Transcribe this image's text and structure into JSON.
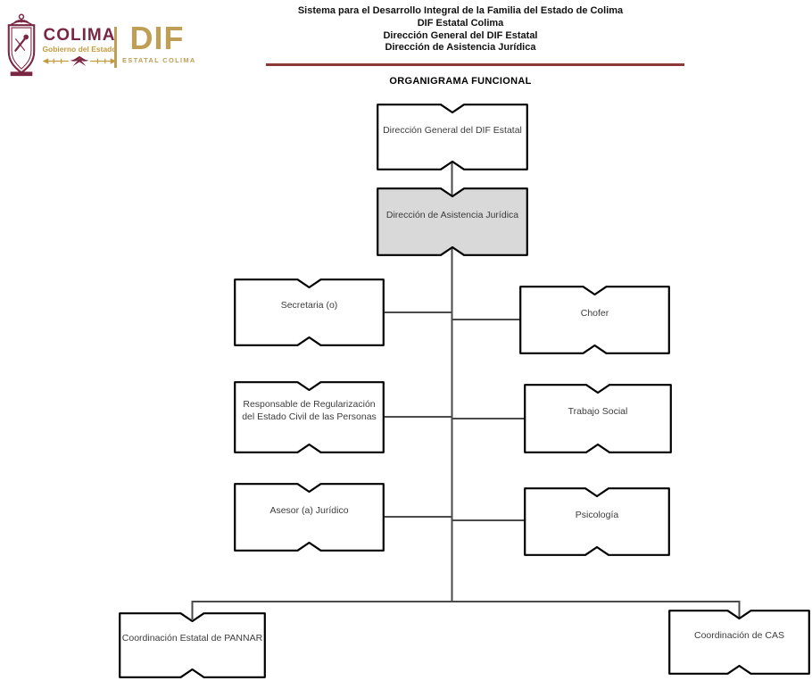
{
  "letterhead": {
    "colima_wordmark": "COLIMA",
    "colima_subtitle": "Gobierno del Estado",
    "dif_wordmark": "DIF",
    "dif_subtitle": "ESTATAL COLIMA"
  },
  "header": {
    "lines": [
      "Sistema para el Desarrollo Integral de la Familia del Estado de Colima",
      "DIF Estatal Colima",
      "Dirección General del DIF Estatal",
      "Dirección de Asistencia Jurídica"
    ],
    "section_title": "ORGANIGRAMA FUNCIONAL"
  },
  "colors": {
    "maroon": "#7a2744",
    "gold": "#bf9e56",
    "gold_text": "#c49a3f",
    "rule": "#8c3a38",
    "node_fill": "#ffffff",
    "node_highlight_fill": "#d9d9d9",
    "node_border": "#000000",
    "connector": "#4a4a4a"
  },
  "org_chart": {
    "nodes": [
      {
        "id": "direccion-general",
        "label": "Dirección General del DIF Estatal",
        "highlight": false
      },
      {
        "id": "asistencia-juridica",
        "label": "Dirección de Asistencia Jurídica",
        "highlight": true
      },
      {
        "id": "secretaria",
        "label": "Secretaria (o)",
        "highlight": false
      },
      {
        "id": "chofer",
        "label": "Chofer",
        "highlight": false
      },
      {
        "id": "responsable-regularizacion",
        "label": "Responsable de Regularización del Estado Civil de las Personas",
        "highlight": false
      },
      {
        "id": "trabajo-social",
        "label": "Trabajo Social",
        "highlight": false
      },
      {
        "id": "asesor-juridico",
        "label": "Asesor (a) Jurídico",
        "highlight": false
      },
      {
        "id": "psicologia",
        "label": "Psicología",
        "highlight": false
      },
      {
        "id": "coordinacion-pannar",
        "label": "Coordinación Estatal de PANNAR",
        "highlight": false
      },
      {
        "id": "coordinacion-cas",
        "label": "Coordinación de CAS",
        "highlight": false
      }
    ]
  }
}
